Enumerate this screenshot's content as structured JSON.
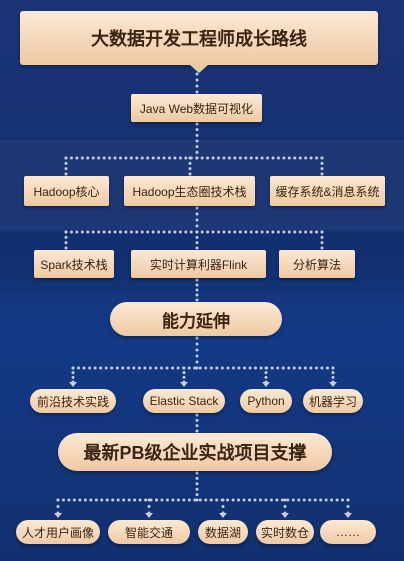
{
  "title": "大数据开发工程师成长路线",
  "colors": {
    "connector": "#c7cde0",
    "node_light": "#fbe9d5",
    "node_dark": "#efc9a2",
    "text": "#3a2412"
  },
  "level1": {
    "label": "Java Web数据可视化"
  },
  "level2": [
    {
      "label": "Hadoop核心"
    },
    {
      "label": "Hadoop生态圈技术栈"
    },
    {
      "label": "缓存系统&消息系统"
    }
  ],
  "level3": [
    {
      "label": "Spark技术栈"
    },
    {
      "label": "实时计算利器Flink"
    },
    {
      "label": "分析算法"
    }
  ],
  "extension": {
    "label": "能力延伸"
  },
  "extension_items": [
    {
      "label": "前沿技术实践"
    },
    {
      "label": "Elastic Stack"
    },
    {
      "label": "Python"
    },
    {
      "label": "机器学习"
    }
  ],
  "projects": {
    "label": "最新PB级企业实战项目支撑"
  },
  "project_items": [
    {
      "label": "人才用户画像"
    },
    {
      "label": "智能交通"
    },
    {
      "label": "数据湖"
    },
    {
      "label": "实时数仓"
    },
    {
      "label": "……"
    }
  ]
}
